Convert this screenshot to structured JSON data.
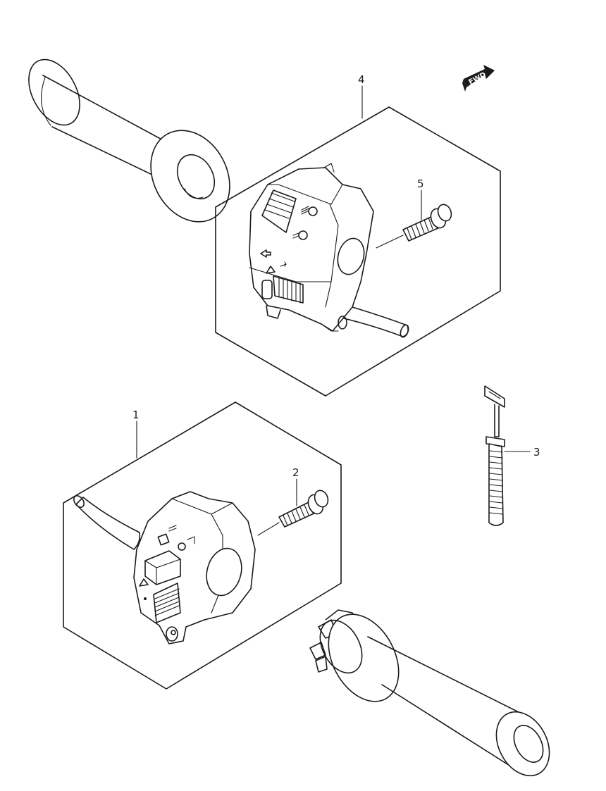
{
  "fwd_badge": {
    "text": "FWD"
  },
  "callouts": [
    {
      "id": "1",
      "label": "1"
    },
    {
      "id": "2",
      "label": "2"
    },
    {
      "id": "3",
      "label": "3"
    },
    {
      "id": "4",
      "label": "4"
    },
    {
      "id": "5",
      "label": "5"
    }
  ]
}
